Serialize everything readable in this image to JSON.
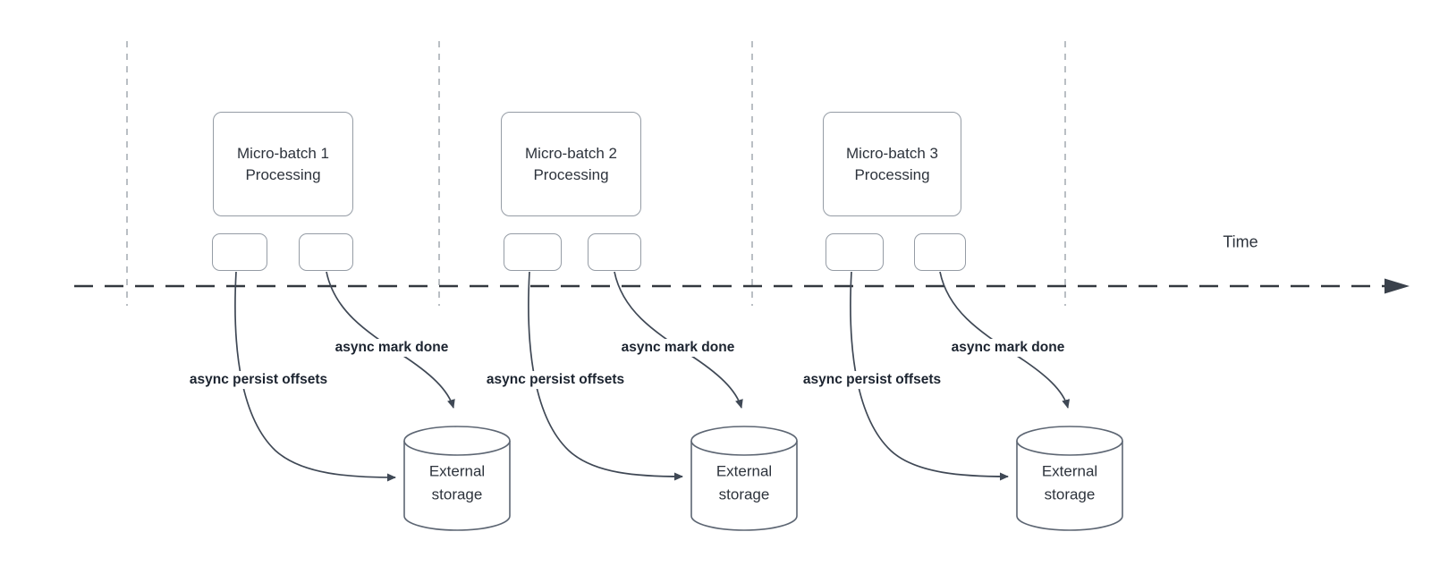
{
  "diagram": {
    "time_label": "Time",
    "batches": [
      {
        "title": "Micro-batch 1\nProcessing",
        "persist_label": "async persist offsets",
        "mark_done_label": "async mark done",
        "storage_label": "External\nstorage"
      },
      {
        "title": "Micro-batch 2\nProcessing",
        "persist_label": "async persist offsets",
        "mark_done_label": "async mark done",
        "storage_label": "External\nstorage"
      },
      {
        "title": "Micro-batch 3\nProcessing",
        "persist_label": "async persist offsets",
        "mark_done_label": "async mark done",
        "storage_label": "External\nstorage"
      }
    ],
    "colors": {
      "background": "#ffffff",
      "box_border": "#959ca5",
      "box_text": "#2d333c",
      "label_text": "#1c2430",
      "arrow_stroke": "#3f4855",
      "timeline_stroke": "#33383f",
      "guide_line": "#b3b8bd",
      "cylinder_border": "#5d6673"
    }
  }
}
